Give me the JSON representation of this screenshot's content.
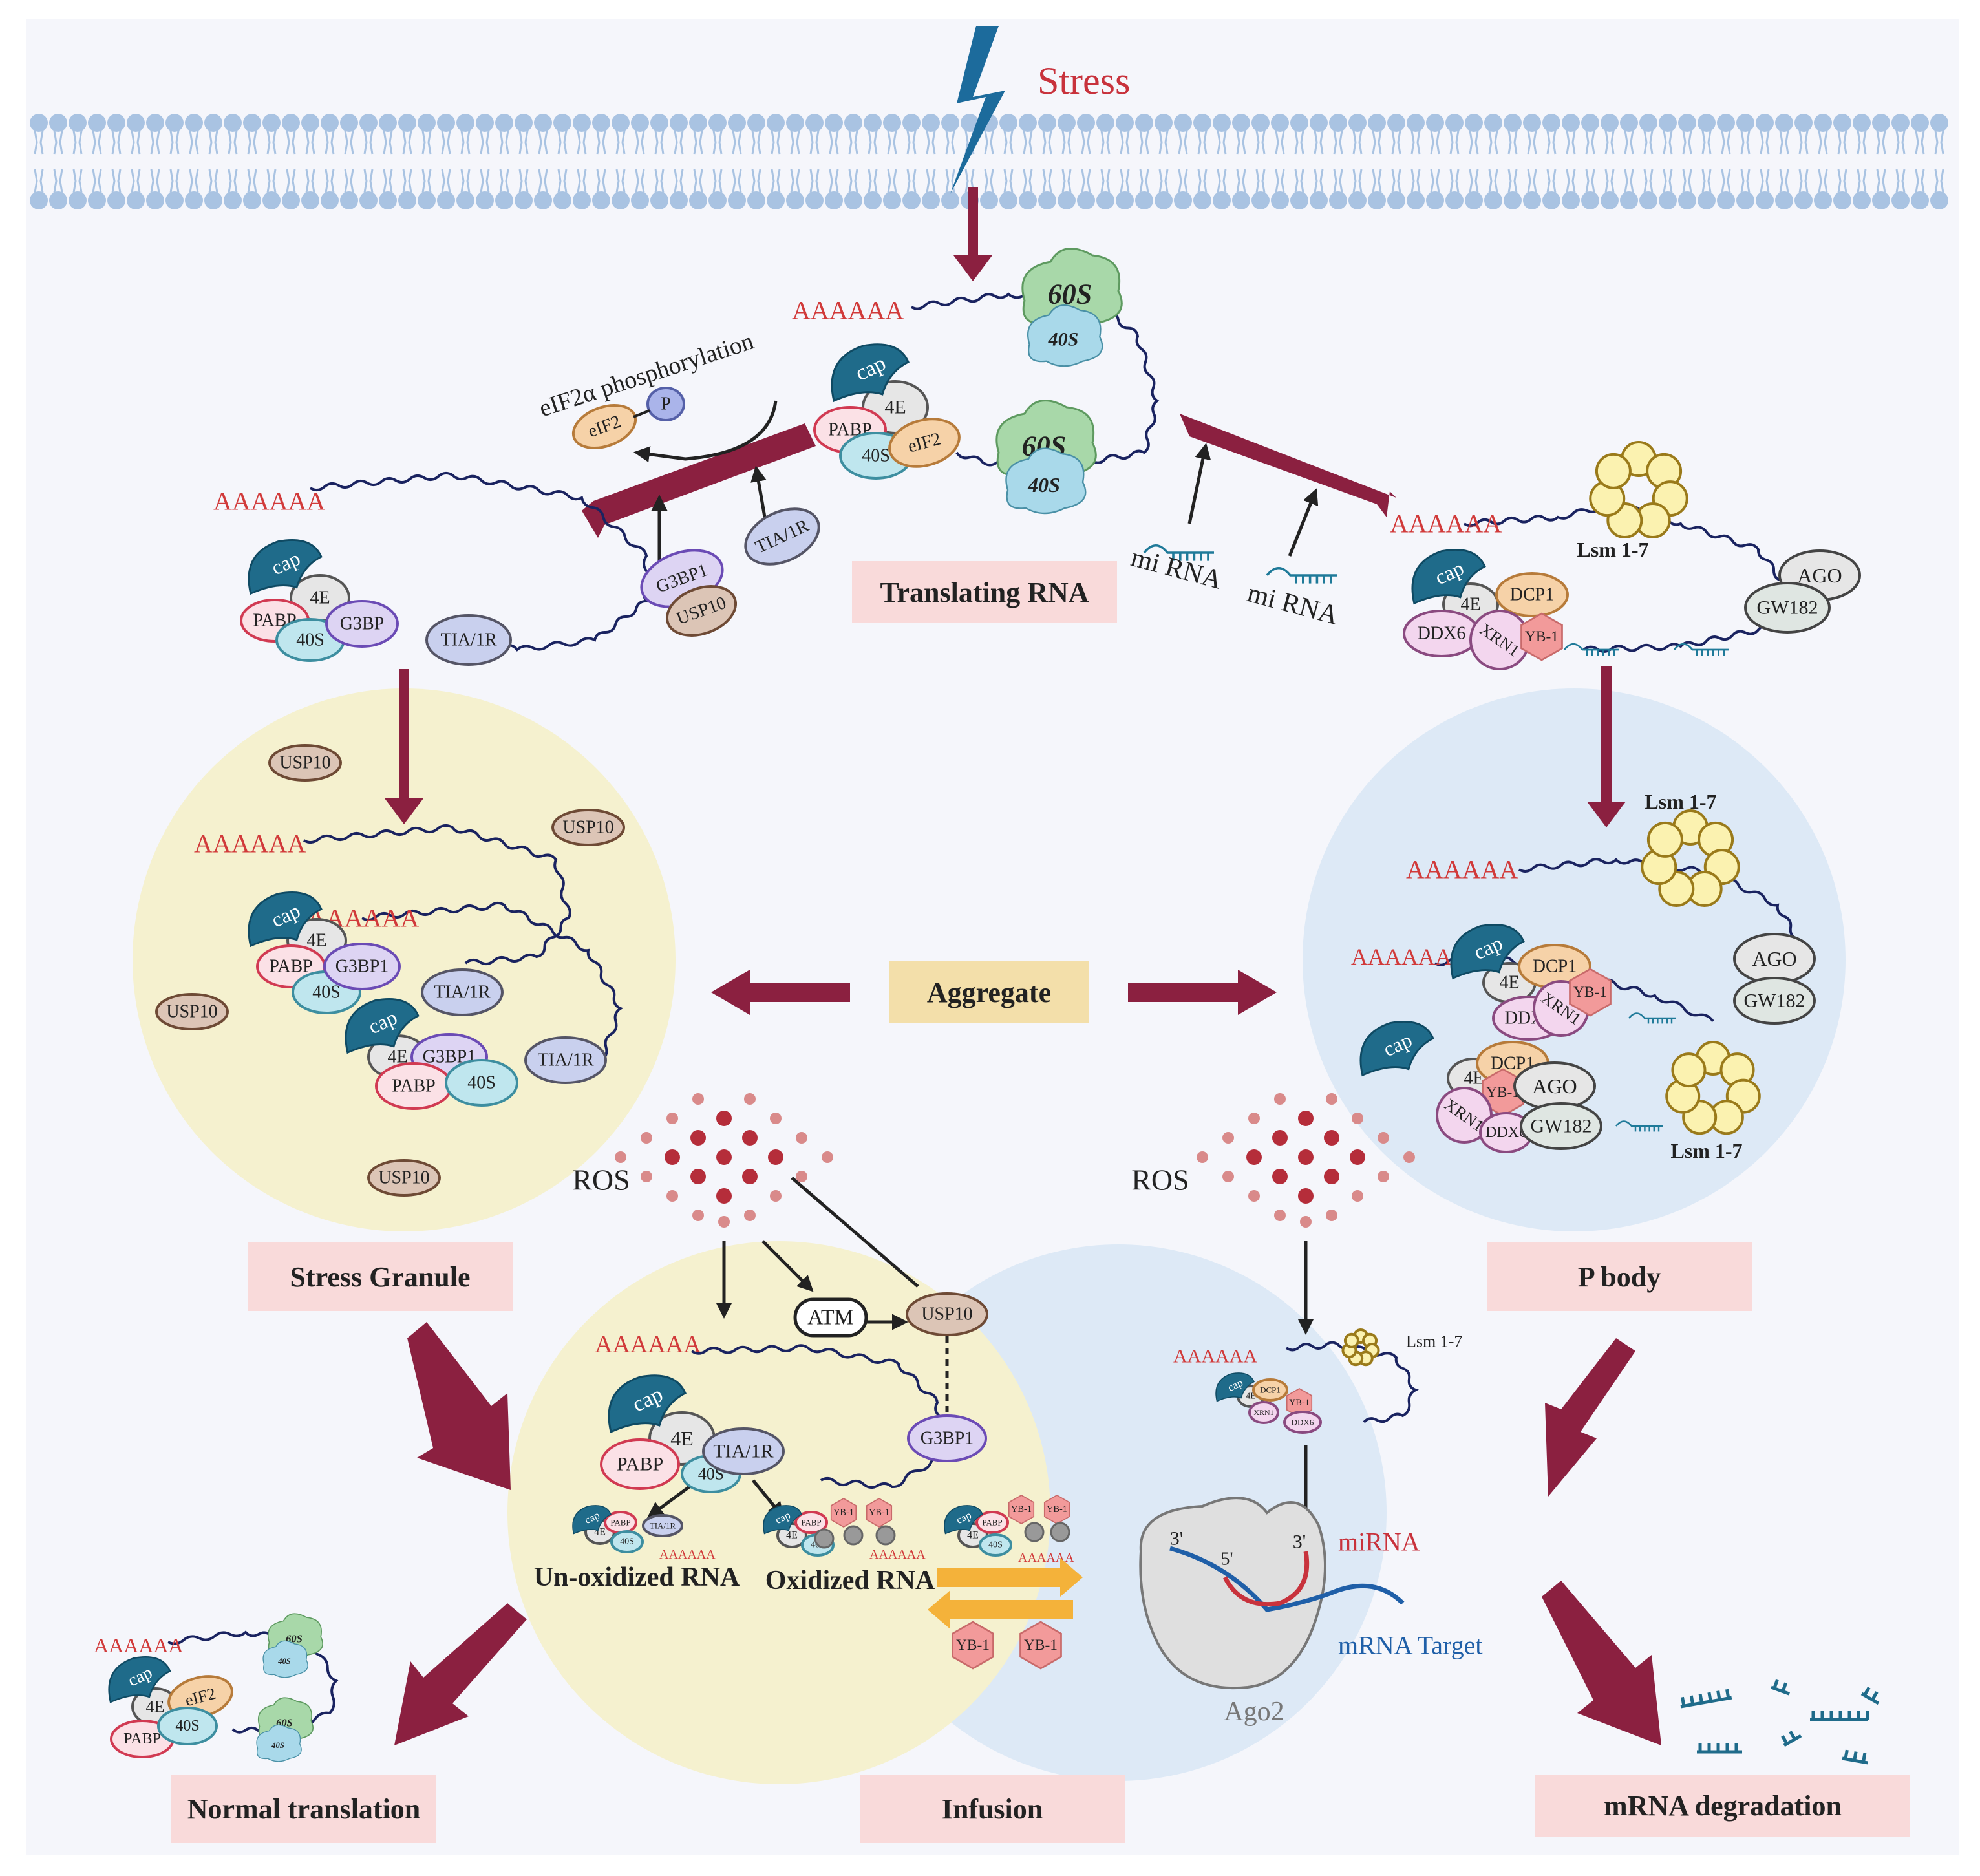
{
  "stress": "Stress",
  "poly_a": "AAAAAA",
  "proteins": {
    "cap": "cap",
    "e4": "4E",
    "pabp": "PABP",
    "s40": "40S",
    "s60": "60S",
    "eif2": "eIF2",
    "p": "P",
    "g3bp1": "G3BP1",
    "g3bp": "G3BP",
    "usp10": "USP10",
    "tia": "TIA/1R",
    "dcp1": "DCP1",
    "ddx6": "DDX6",
    "xrn1": "XRN1",
    "yb1": "YB-1",
    "ago": "AGO",
    "gw182": "GW182",
    "lsm": "Lsm 1-7",
    "atm": "ATM",
    "ago2": "Ago2"
  },
  "labels": {
    "eif2_phos": "eIF2α phosphorylation",
    "mirna_1": "mi RNA",
    "mirna_2": "mi RNA",
    "translating": "Translating RNA",
    "aggregate": "Aggregate",
    "ros_left": "ROS",
    "ros_right": "ROS",
    "unoxidized": "Un-oxidized RNA",
    "oxidized": "Oxidized  RNA",
    "mirna": "miRNA",
    "mrna_target": "mRNA Target",
    "three_prime_1": "3'",
    "three_prime_2": "3'",
    "five_prime": "5'"
  },
  "boxes": {
    "stress_granule": "Stress Granule",
    "p_body": "P body",
    "normal_translation": "Normal translation",
    "infusion": "Infusion",
    "mrna_degradation": "mRNA degradation"
  },
  "colors": {
    "arrow": "#8b2040",
    "membrane": "#a9c3e2",
    "yellow_region": "#f5f1cf",
    "blue_region": "#dde9f6",
    "poly_a": "#d13a3a",
    "cap": "#1f6b8a",
    "lightning": "#1c6b9c"
  }
}
